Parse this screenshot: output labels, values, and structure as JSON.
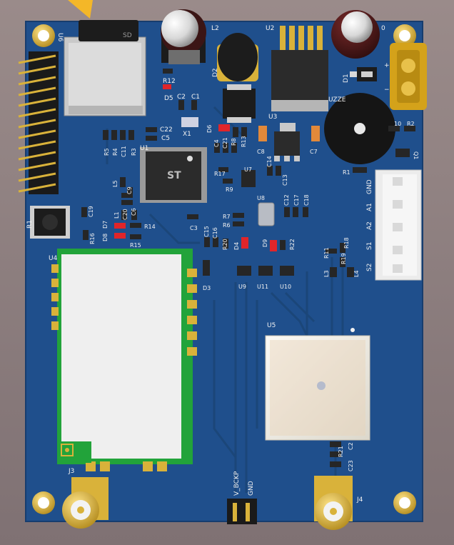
{
  "colors": {
    "background": "#8f7f80",
    "board": "#1f4f8c",
    "board_edge": "#173d6e",
    "trace": "#1b4679",
    "gold": "#d9b23a",
    "silkscreen": "#f2f2f2",
    "chip": "#2b2b2b",
    "module_green": "#22a33a",
    "module_white": "#efefef",
    "gps_patch": "#f3f1ea",
    "gps_ceramic": "#e9d3b8",
    "connector_white": "#ececec",
    "power_connector": "#d4a21a",
    "led_red": "#e0252a",
    "cap_orange": "#e2893a"
  },
  "labels": {
    "u6": "U6",
    "l2": "L2",
    "u2": "U2",
    "c_top_right": "0",
    "d2": "D2",
    "r12": "R12",
    "d5": "D5",
    "c2": "C2",
    "c1": "C1",
    "d1": "D1",
    "uzzer": "UZZE",
    "x1": "X1",
    "u3": "U3",
    "c22": "C22",
    "c5": "C5",
    "d6": "D6",
    "r8": "R8",
    "r13": "R13",
    "c8": "C8",
    "c7": "C7",
    "r10": "10",
    "r2": "R2",
    "r5": "R5",
    "r4": "R4",
    "c11": "C11",
    "r3": "R3",
    "u1": "U1",
    "c4": "C4",
    "c21": "C21",
    "r17": "R17",
    "u7": "U7",
    "c14": "C14",
    "c13": "C13",
    "r9": "R9",
    "r1_top": "R1",
    "q1": "Q1",
    "l5": "L5",
    "gnd_right": "GND",
    "c9": "C9",
    "u8": "U8",
    "c12": "C12",
    "c17": "C17",
    "c18": "C18",
    "a1": "A1",
    "r1_left": "R1",
    "c19": "C19",
    "l1": "L1",
    "c20": "C20",
    "c6": "C6",
    "r7": "R7",
    "r6": "R6",
    "a2": "A2",
    "r16": "R16",
    "d8": "D8",
    "d7": "D7",
    "r14": "R14",
    "c3": "C3",
    "r15": "R15",
    "c15": "C15",
    "c16": "C16",
    "r20": "R20",
    "d4": "D4",
    "d9": "D9",
    "r22": "R22",
    "s1": "S1",
    "r11": "R11",
    "r18": "R18",
    "r19": "R19",
    "u4": "U4",
    "l3": "L3",
    "l4": "L4",
    "s2": "S2",
    "d3": "D3",
    "u9": "U9",
    "u11": "U11",
    "u10": "U10",
    "u5": "U5",
    "c2_bottom": "C2",
    "r21": "R21",
    "c23": "C23",
    "j3": "J3",
    "v_bckp": "V_BCKP",
    "gnd_bottom": "GND",
    "j4": "J4",
    "plus": "+",
    "minus": "−",
    "sd_text": "SD",
    "st_logo": "ST"
  }
}
